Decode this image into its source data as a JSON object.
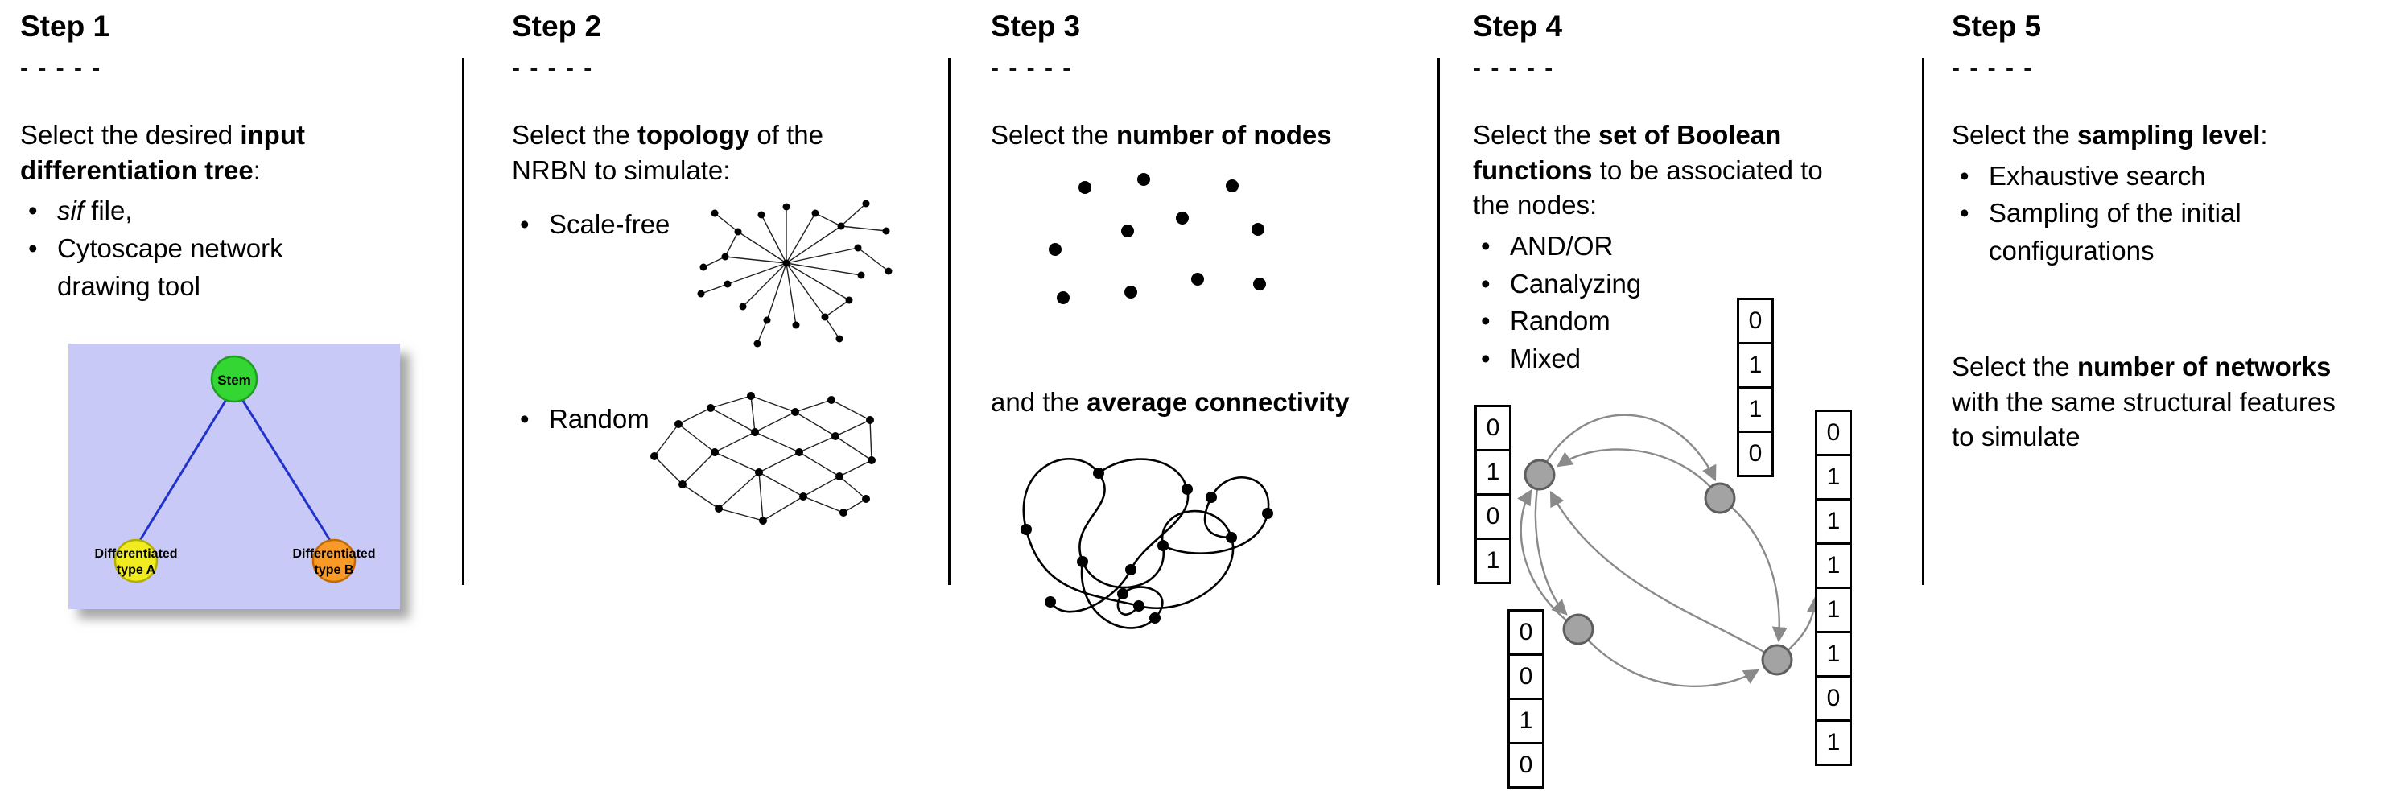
{
  "figure": {
    "bullet_glyph": "•",
    "dash_separator": "- - - - -"
  },
  "step1": {
    "title": "Step 1",
    "intro": [
      {
        "text": "Select the desired "
      },
      {
        "text": "input differentiation tree",
        "bold": true
      },
      {
        "text": ":"
      }
    ],
    "bullets": [
      [
        {
          "text": "sif",
          "italic": true
        },
        {
          "text": " file,"
        }
      ],
      [
        {
          "text": "Cytoscape network drawing tool"
        }
      ]
    ],
    "tree": {
      "root_label": "Stem",
      "left_node_line1": "Differentiated",
      "left_node_line2": "type A",
      "right_node_line1": "Differentiated",
      "right_node_line2": "type B",
      "colors": {
        "background": "#c9c9f7",
        "stem": "#33d633",
        "stem_border": "#1f9e1f",
        "type_a": "#f0ec20",
        "type_a_border": "#b3ae00",
        "type_b": "#f89a28",
        "type_b_border": "#c26a00",
        "edge": "#2233cc"
      }
    }
  },
  "step2": {
    "title": "Step 2",
    "intro": [
      {
        "text": "Select the "
      },
      {
        "text": "topology",
        "bold": true
      },
      {
        "text": " of the NRBN to simulate:"
      }
    ],
    "bullets": [
      "Scale-free",
      "Random"
    ]
  },
  "step3": {
    "title": "Step 3",
    "line1": [
      {
        "text": "Select the "
      },
      {
        "text": "number of nodes",
        "bold": true
      }
    ],
    "line2": [
      {
        "text": "and the "
      },
      {
        "text": "average connectivity",
        "bold": true
      }
    ]
  },
  "step4": {
    "title": "Step 4",
    "intro": [
      {
        "text": "Select the "
      },
      {
        "text": "set of Boolean functions",
        "bold": true
      },
      {
        "text": " to be associated to the nodes:"
      }
    ],
    "bullets": [
      "AND/OR",
      "Canalyzing",
      "Random",
      "Mixed"
    ],
    "truth_tables": {
      "left": [
        "0",
        "1",
        "0",
        "1"
      ],
      "bottom_left": [
        "0",
        "0",
        "1",
        "0"
      ],
      "top": [
        "0",
        "1",
        "1",
        "0"
      ],
      "right": [
        "0",
        "1",
        "1",
        "1",
        "1",
        "1",
        "0",
        "1"
      ]
    }
  },
  "step5": {
    "title": "Step 5",
    "intro": [
      {
        "text": "Select the "
      },
      {
        "text": "sampling level",
        "bold": true
      },
      {
        "text": ":"
      }
    ],
    "bullets": [
      "Exhaustive search",
      "Sampling of the initial configurations"
    ],
    "paragraph": [
      {
        "text": "Select the "
      },
      {
        "text": "number of networks",
        "bold": true
      },
      {
        "text": " with the same structural features to simulate"
      }
    ]
  }
}
